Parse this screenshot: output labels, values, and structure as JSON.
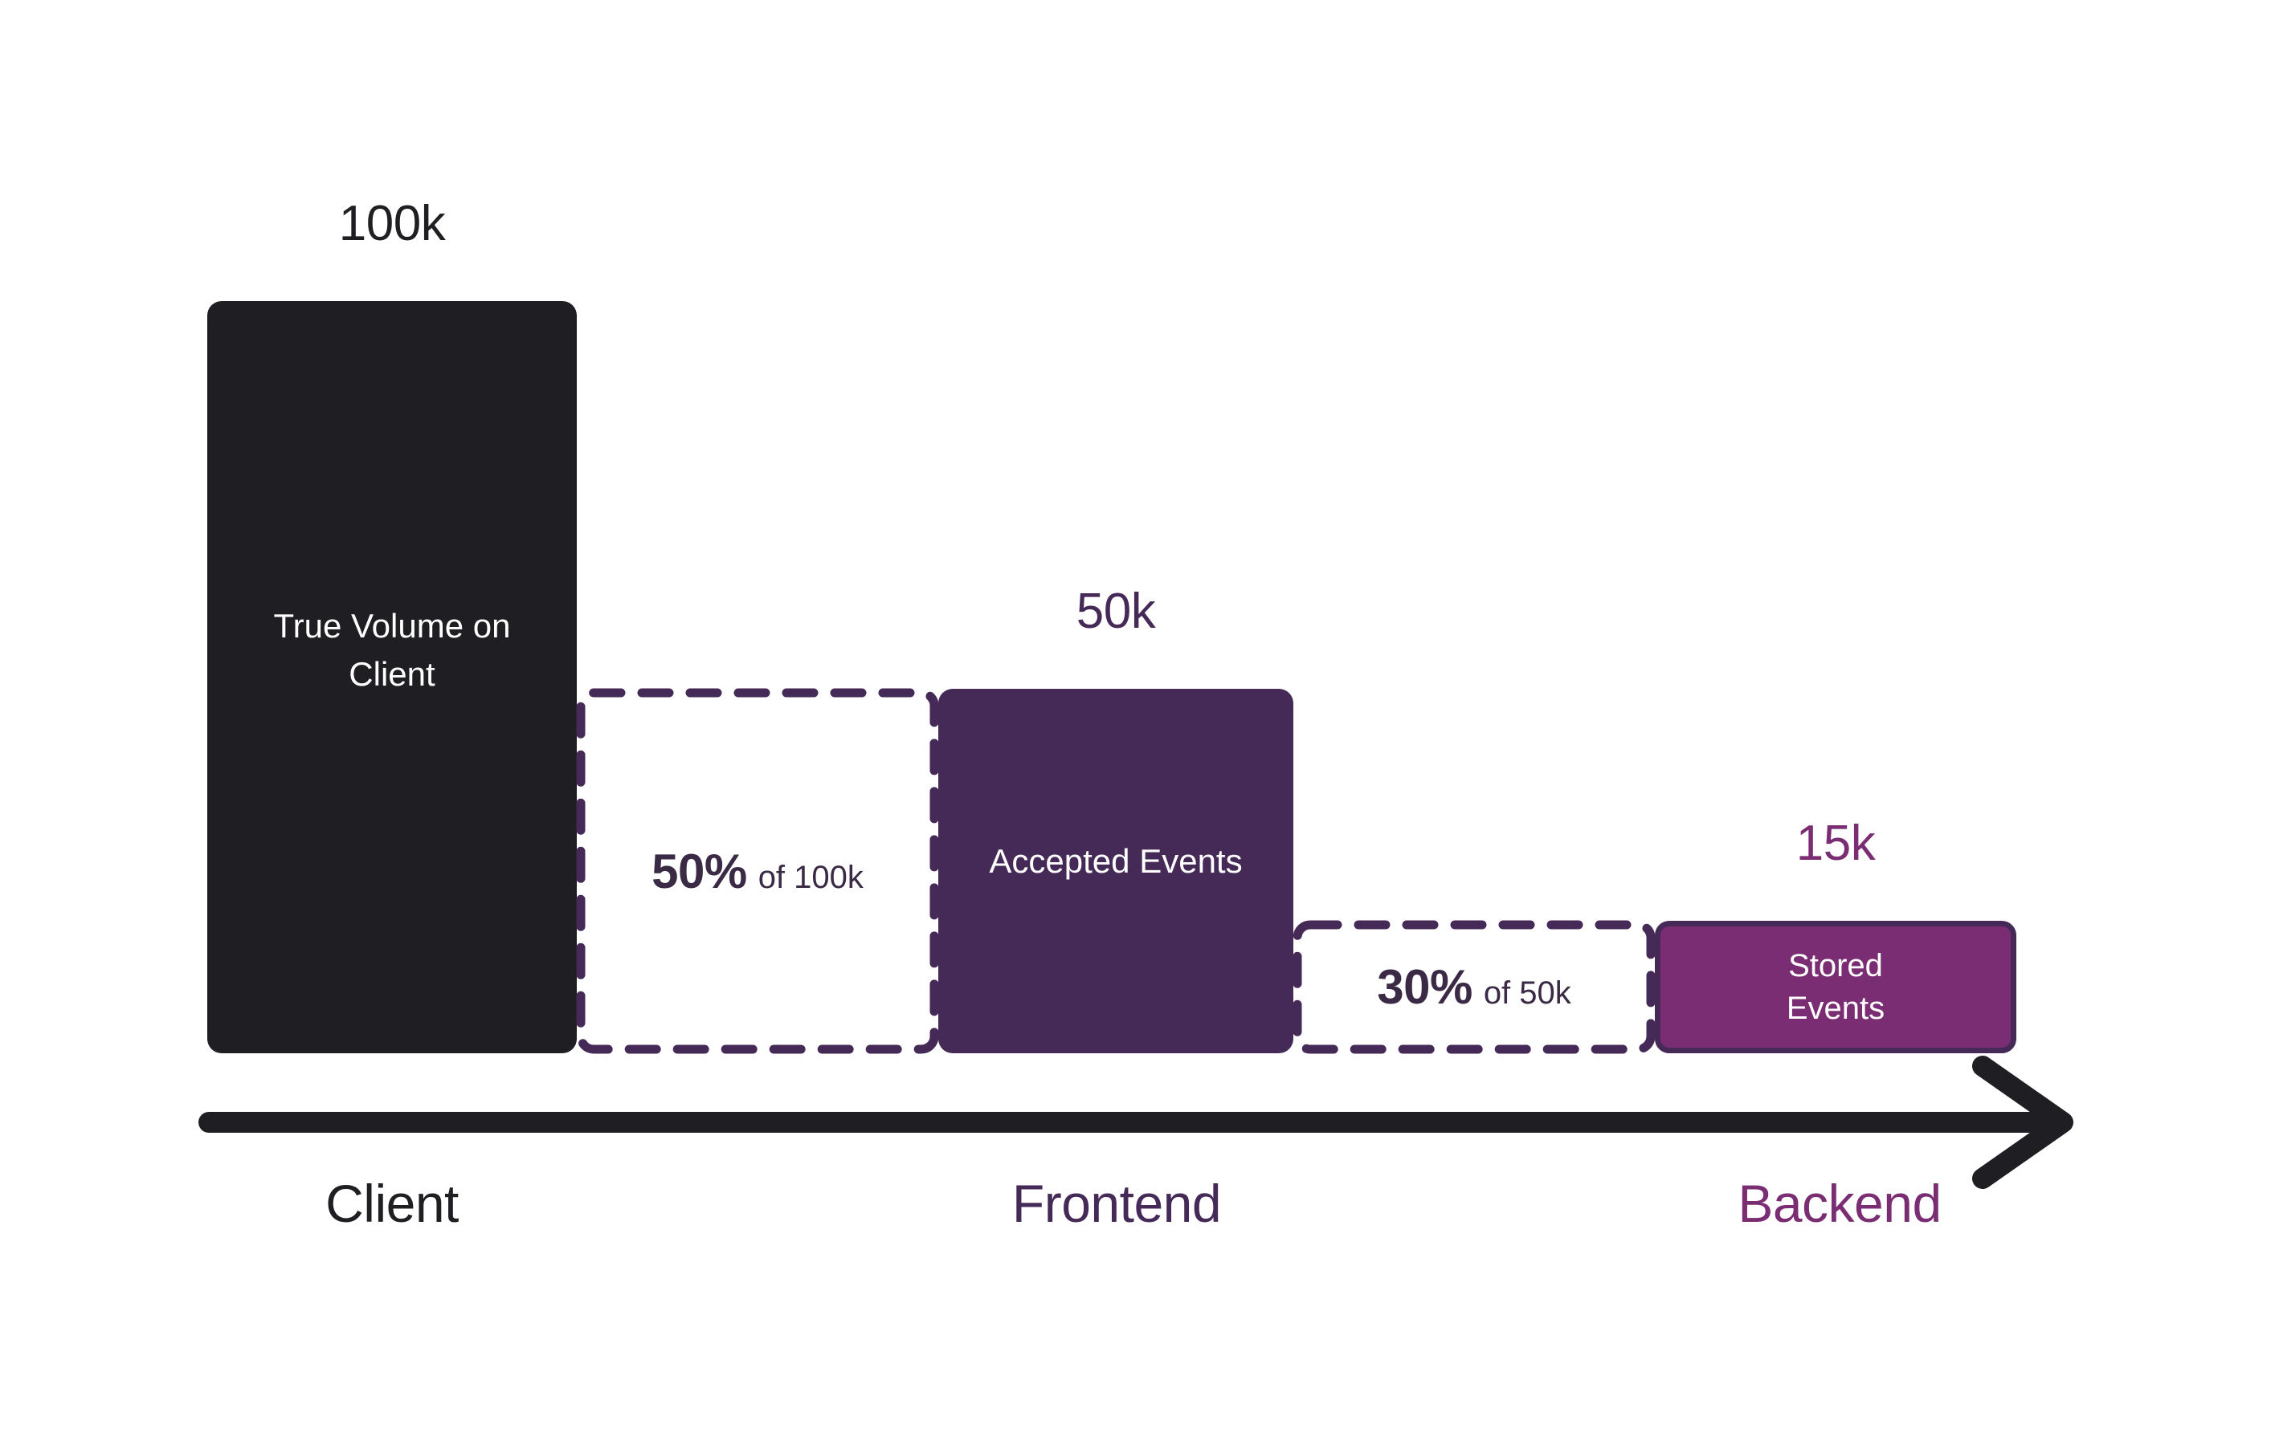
{
  "chart_data": {
    "type": "bar",
    "title": "",
    "subtitle": "",
    "xlabel": "",
    "ylabel": "",
    "grid": false,
    "legend": "none",
    "categories": [
      "Client",
      "Frontend",
      "Backend"
    ],
    "bars": [
      {
        "id": "client",
        "stage": "Client",
        "value": 100000,
        "value_label": "100k",
        "bar_label": "True Volume on Client",
        "fill": "#1f1f23",
        "text_color": "#ffffff",
        "style": "solid"
      },
      {
        "id": "accepted",
        "stage": "Frontend",
        "value": 50000,
        "value_label": "50k",
        "bar_label": "Accepted Events",
        "fill": "#452a57",
        "text_color": "#ffffff",
        "style": "solid"
      },
      {
        "id": "stored",
        "stage": "Backend",
        "value": 15000,
        "value_label": "15k",
        "bar_label": "Stored Events",
        "fill": "#7a2d72",
        "border": "#452a57",
        "text_color": "#ffffff",
        "style": "solid"
      }
    ],
    "drops": [
      {
        "id": "drop-frontend",
        "percent": "50%",
        "of_text": "of 100k",
        "from_value": 100000,
        "to_value": 50000,
        "lost_value": 50000,
        "style": "dashed",
        "stroke": "#452a57"
      },
      {
        "id": "drop-backend",
        "percent": "30%",
        "of_text": "of 50k",
        "from_value": 50000,
        "to_value": 15000,
        "lost_value": 35000,
        "style": "dashed",
        "stroke": "#452a57"
      }
    ],
    "axis": {
      "orientation": "horizontal",
      "arrow": true,
      "color": "#1f1f23",
      "labels": [
        {
          "text": "Client",
          "color": "#1f1f23"
        },
        {
          "text": "Frontend",
          "color": "#452a57"
        },
        {
          "text": "Backend",
          "color": "#7a2d72"
        }
      ]
    }
  },
  "bars": {
    "client": {
      "value_label": "100k",
      "label_line1": "True Volume on",
      "label_line2": "Client"
    },
    "accepted": {
      "value_label": "50k",
      "label": "Accepted Events"
    },
    "stored": {
      "value_label": "15k",
      "label_line1": "Stored",
      "label_line2": "Events"
    }
  },
  "drops": {
    "frontend": {
      "percent": "50%",
      "of_text": "of 100k"
    },
    "backend": {
      "percent": "30%",
      "of_text": "of 50k"
    }
  },
  "stages": {
    "client": "Client",
    "frontend": "Frontend",
    "backend": "Backend"
  },
  "colors": {
    "black": "#1f1f23",
    "dark_purple": "#452a57",
    "bright_purple": "#7a2d72",
    "background": "#ffffff"
  }
}
